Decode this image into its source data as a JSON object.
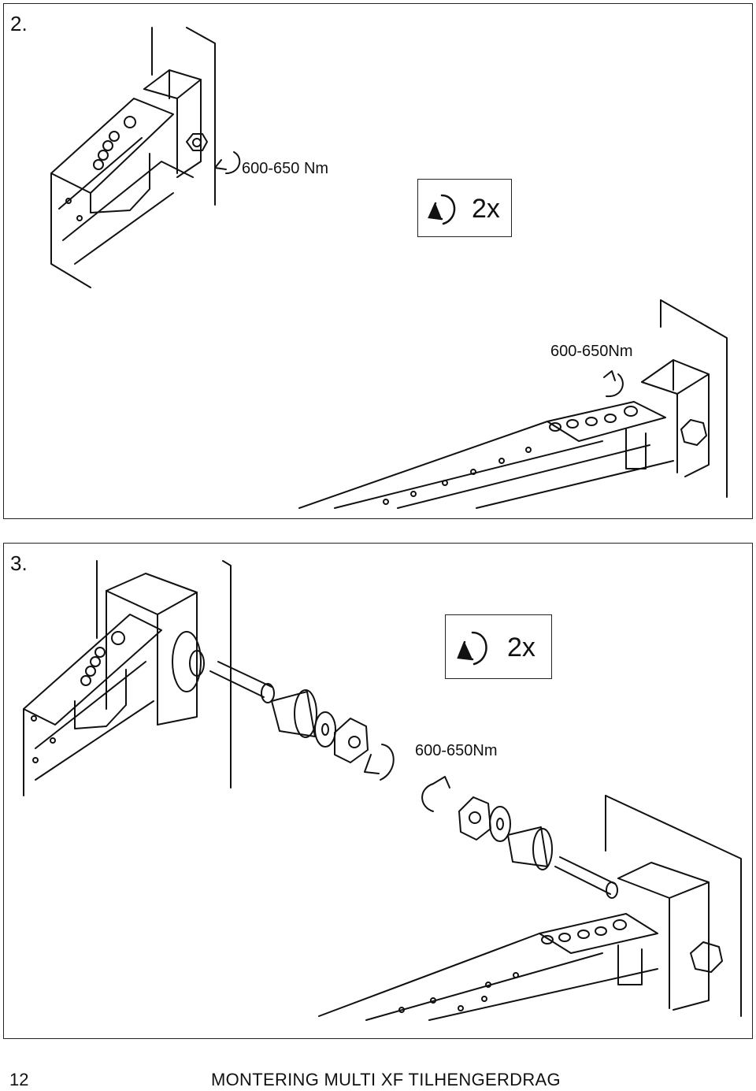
{
  "steps": [
    {
      "number": "2.",
      "torque_label_top": "600-650 Nm",
      "torque_label_bottom": "600-650Nm",
      "repeat_count": "2x",
      "icons": [
        "tighten-arrow-icon",
        "rotate-arrow-icon"
      ]
    },
    {
      "number": "3.",
      "torque_label": "600-650Nm",
      "repeat_count": "2x",
      "icons": [
        "tighten-arrow-icon",
        "rotate-arrow-icon"
      ]
    }
  ],
  "footer": {
    "page_number": "12",
    "title": "MONTERING MULTI XF TILHENGERDRAG"
  }
}
